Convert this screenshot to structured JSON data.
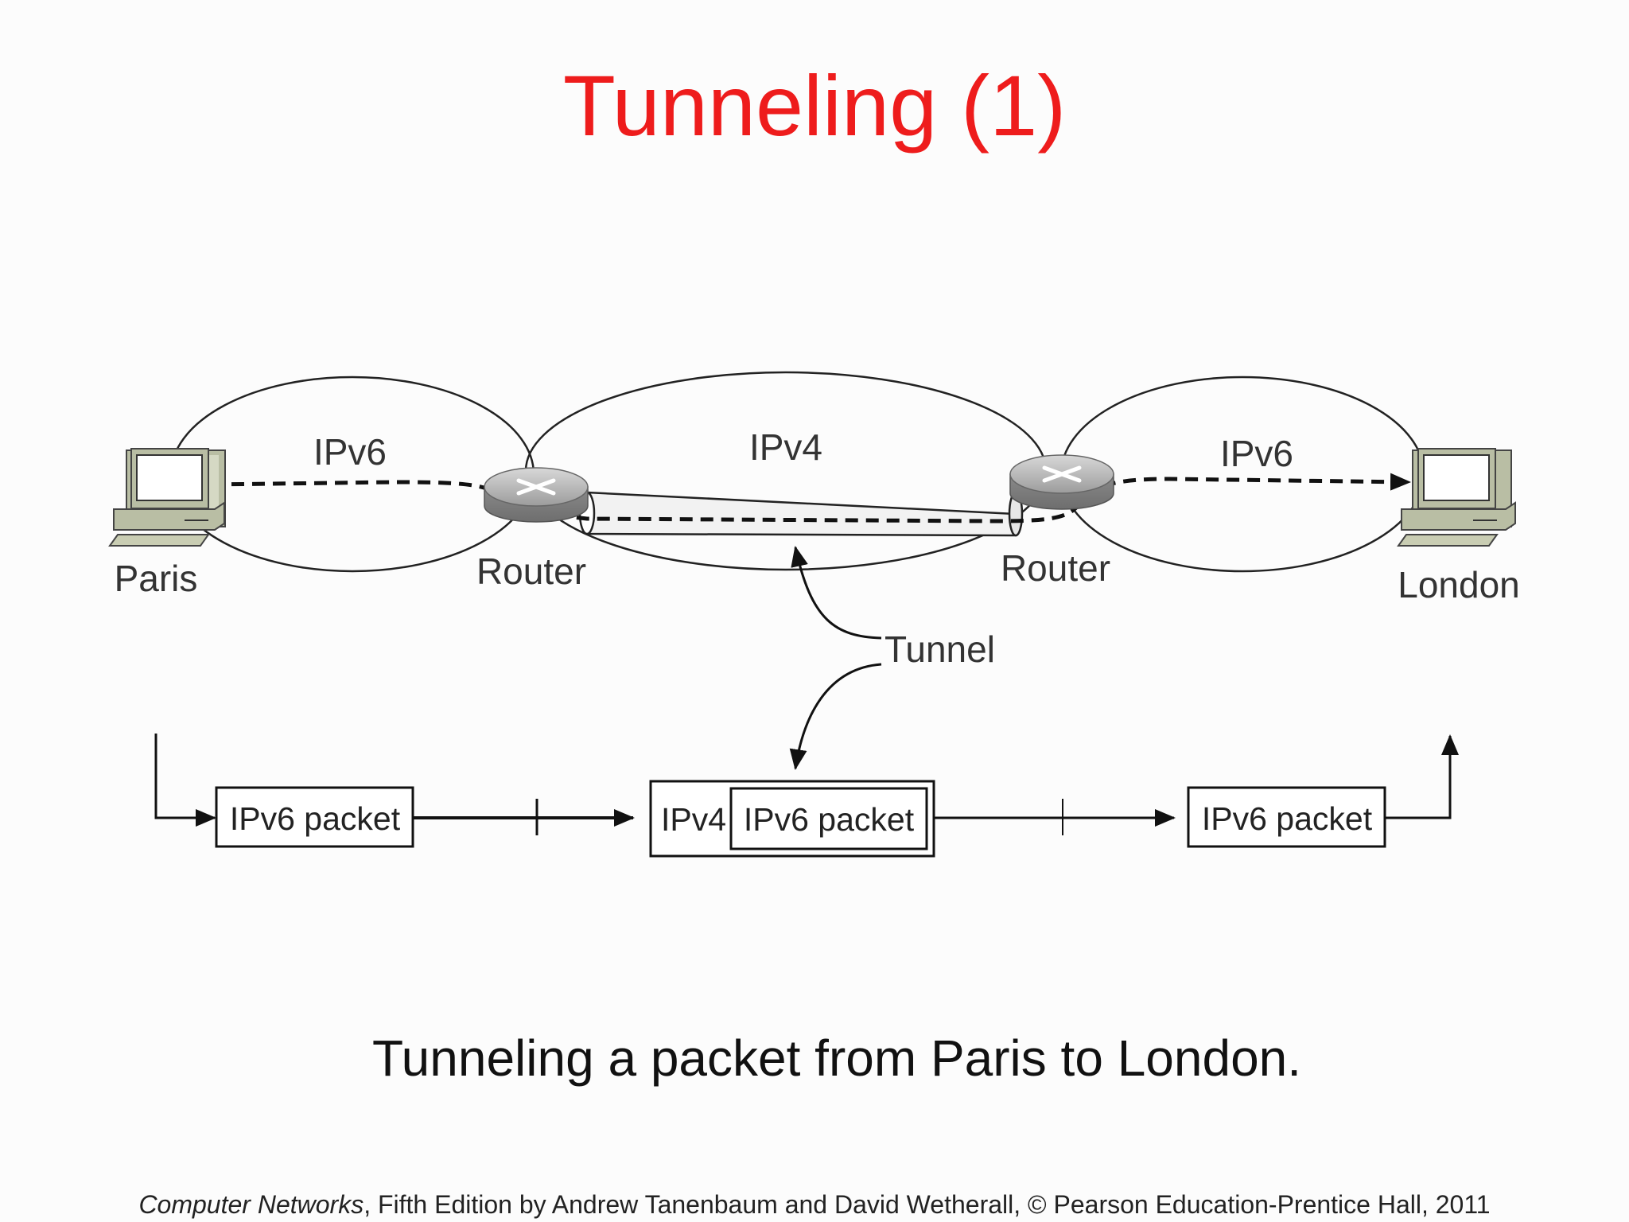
{
  "slide": {
    "title": "Tunneling (1)",
    "caption": "Tunneling a packet from Paris to London.",
    "footer_book": "Computer Networks",
    "footer_rest": ", Fifth Edition by Andrew Tanenbaum and David Wetherall, © Pearson Education-Prentice Hall, 2011"
  },
  "diagram": {
    "networks": {
      "left": "IPv6",
      "middle": "IPv4",
      "right": "IPv6"
    },
    "hosts": {
      "left": "Paris",
      "right": "London"
    },
    "routers": {
      "left": "Router",
      "right": "Router"
    },
    "tunnel_label": "Tunnel",
    "packets": {
      "first": "IPv6 packet",
      "middle_outer": "IPv4",
      "middle_inner": "IPv6 packet",
      "last": "IPv6 packet"
    }
  },
  "colors": {
    "title": "#ee1c1c",
    "computer_body": "#b9bea4",
    "router": "#9a9a9a"
  }
}
